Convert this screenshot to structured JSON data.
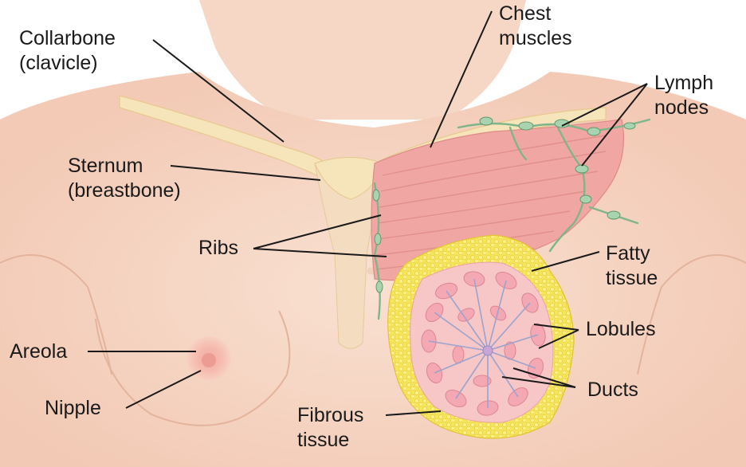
{
  "labels": {
    "collarbone": {
      "line1": "Collarbone",
      "line2": "(clavicle)"
    },
    "chest_muscles": {
      "line1": "Chest",
      "line2": "muscles"
    },
    "lymph_nodes": {
      "line1": "Lymph",
      "line2": "nodes"
    },
    "sternum": {
      "line1": "Sternum",
      "line2": "(breastbone)"
    },
    "ribs": "Ribs",
    "fatty_tissue": {
      "line1": "Fatty",
      "line2": "tissue"
    },
    "lobules": "Lobules",
    "areola": "Areola",
    "nipple": "Nipple",
    "ducts": "Ducts",
    "fibrous_tissue": {
      "line1": "Fibrous",
      "line2": "tissue"
    }
  },
  "colors": {
    "skin": "#f7d8c6",
    "muscle": "#eea3a0",
    "bone": "#f6e3b4",
    "fat": "#f3e24a",
    "lobule": "#f5b8bf",
    "lymph": "#7fb58a"
  }
}
